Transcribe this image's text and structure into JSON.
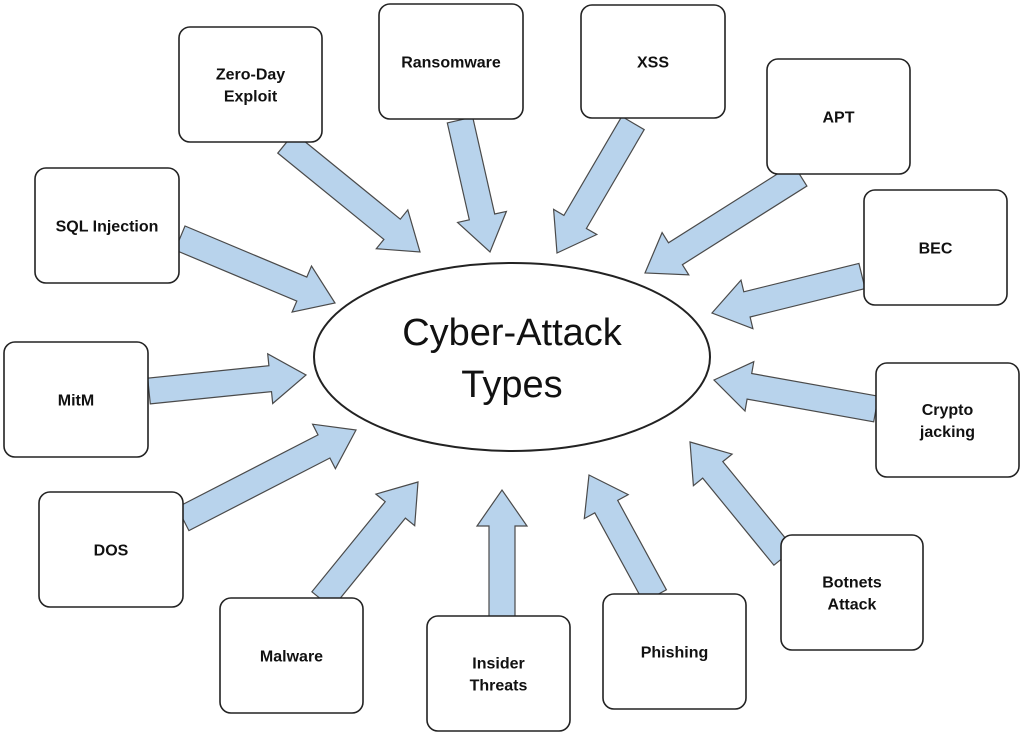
{
  "center": {
    "lines": [
      "Cyber-Attack",
      "Types"
    ]
  },
  "colors": {
    "arrow_fill": "#b8d3ec",
    "arrow_stroke": "#4a4a4a",
    "box_stroke": "#222222",
    "box_fill": "#ffffff"
  },
  "nodes": [
    {
      "id": "zero-day-exploit",
      "lines": [
        "Zero-Day",
        "Exploit"
      ]
    },
    {
      "id": "ransomware",
      "lines": [
        "Ransomware"
      ]
    },
    {
      "id": "xss",
      "lines": [
        "XSS"
      ]
    },
    {
      "id": "apt",
      "lines": [
        "APT"
      ]
    },
    {
      "id": "sql-injection",
      "lines": [
        "SQL Injection"
      ]
    },
    {
      "id": "bec",
      "lines": [
        "BEC"
      ]
    },
    {
      "id": "mitm",
      "lines": [
        "MitM"
      ]
    },
    {
      "id": "crypto-jacking",
      "lines": [
        "Crypto",
        "jacking"
      ]
    },
    {
      "id": "dos",
      "lines": [
        "DOS"
      ]
    },
    {
      "id": "botnets-attack",
      "lines": [
        "Botnets",
        "Attack"
      ]
    },
    {
      "id": "malware",
      "lines": [
        "Malware"
      ]
    },
    {
      "id": "insider-threats",
      "lines": [
        "Insider",
        "Threats"
      ]
    },
    {
      "id": "phishing",
      "lines": [
        "Phishing"
      ]
    }
  ]
}
